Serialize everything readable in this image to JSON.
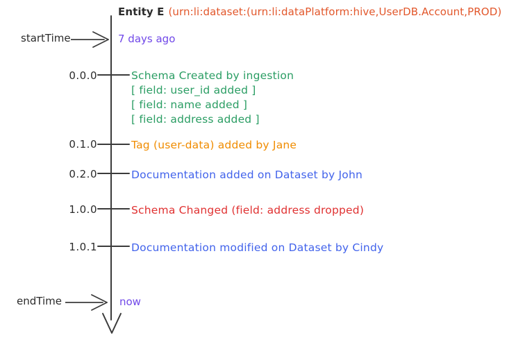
{
  "title": {
    "entity": "Entity E",
    "urn": "(urn:li:dataset:(urn:li:dataPlatform:hive,UserDB.Account,PROD)"
  },
  "timeline": {
    "start_label": "startTime",
    "start_value": "7 days ago",
    "end_label": "endTime",
    "end_value": "now"
  },
  "events": [
    {
      "version": "0.0.0",
      "color": "#2a9d63",
      "lines": [
        "Schema Created by ingestion",
        "[ field: user_id added ]",
        "[ field: name added ]",
        "[ field: address added ]"
      ]
    },
    {
      "version": "0.1.0",
      "color": "#f08c00",
      "lines": [
        "Tag (user-data) added by Jane"
      ]
    },
    {
      "version": "0.2.0",
      "color": "#4263eb",
      "lines": [
        "Documentation added on Dataset by John"
      ]
    },
    {
      "version": "1.0.0",
      "color": "#e03131",
      "lines": [
        "Schema Changed (field: address dropped)"
      ]
    },
    {
      "version": "1.0.1",
      "color": "#4263eb",
      "lines": [
        "Documentation modified on Dataset by Cindy"
      ]
    }
  ],
  "colors": {
    "urn": "#e2572b",
    "time": "#7048e8",
    "line": "#3b3b3b",
    "text": "#2b2b2b"
  }
}
